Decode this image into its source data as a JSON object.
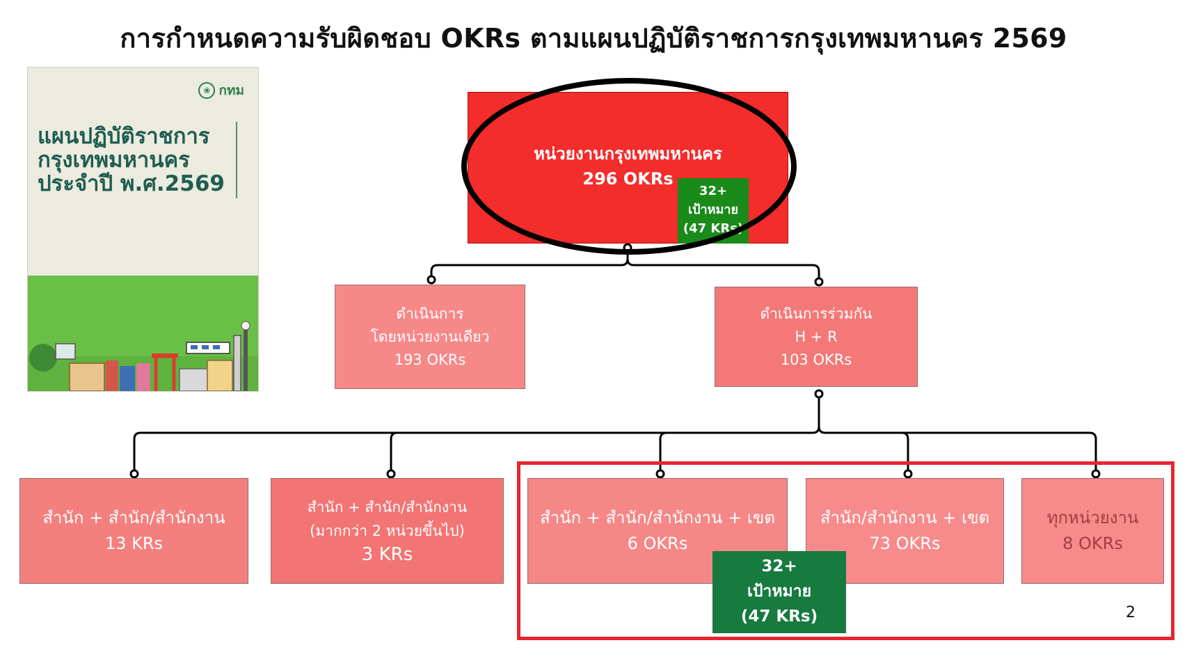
{
  "page": {
    "title": "การกำหนดความรับผิดชอบ OKRs ตามแผนปฏิบัติราชการกรุงเทพมหานคร 2569",
    "page_number": "2"
  },
  "cover": {
    "logo_text": "กทม",
    "title_lines": [
      "แผนปฏิบัติราชการ",
      "กรุงเทพมหานคร",
      "ประจำปี พ.ศ.2569"
    ]
  },
  "nodes": {
    "root": {
      "line1": "หน่วยงานกรุงเทพมหานคร",
      "line2": "296 OKRs"
    },
    "root_badge": {
      "line1": "32+",
      "line2": "เป้าหมาย",
      "line3": "(47 KRs)"
    },
    "single_unit": {
      "line1": "ดำเนินการ",
      "line2": "โดยหน่วยงานเดียว",
      "line3": "193 OKRs"
    },
    "joint": {
      "line1": "ดำเนินการร่วมกัน",
      "line2": "H + R",
      "line3": "103 OKRs"
    },
    "leaf1": {
      "line1": "สำนัก + สำนัก/สำนักงาน",
      "line2": "13 KRs"
    },
    "leaf2": {
      "line1": "สำนัก + สำนัก/สำนักงาน",
      "line2": "(มากกว่า 2 หน่วยขึ้นไป)",
      "line3": "3 KRs"
    },
    "leaf3": {
      "line1": "สำนัก + สำนัก/สำนักงาน + เขต",
      "line2": "6 OKRs"
    },
    "leaf4": {
      "line1": "สำนัก/สำนักงาน + เขต",
      "line2": "73 OKRs"
    },
    "leaf5": {
      "line1": "ทุกหน่วยงาน",
      "line2": "8 OKRs"
    },
    "bottom_badge": {
      "line1": "32+",
      "line2": "เป้าหมาย",
      "line3": "(47 KRs)"
    }
  },
  "colors": {
    "root_fill": "#f32c2c",
    "node_fill": "#f78888",
    "badge_green": "#1a8a1a",
    "highlight_frame": "#e5262f"
  }
}
